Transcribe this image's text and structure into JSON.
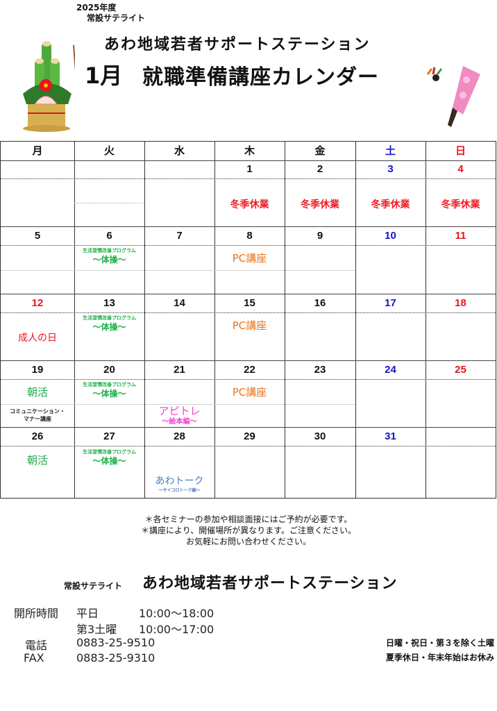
{
  "header": {
    "year": "2025年度",
    "satellite": "常設サテライト",
    "organization": "あわ地域若者サポートステーション",
    "month": "1月",
    "title": "就職準備講座カレンダー"
  },
  "colors": {
    "holiday_red": "#e8141c",
    "saturday_blue": "#1414c8",
    "event_green": "#1fa84a",
    "event_orange": "#e8741c",
    "event_pink": "#f040d0",
    "event_steel": "#4a7ec4"
  },
  "calendar": {
    "weekdays": [
      "月",
      "火",
      "水",
      "木",
      "金",
      "土",
      "日"
    ],
    "weeks": [
      [
        "",
        "",
        "",
        "1",
        "2",
        "3",
        "4"
      ],
      [
        "5",
        "6",
        "7",
        "8",
        "9",
        "10",
        "11"
      ],
      [
        "12",
        "13",
        "14",
        "15",
        "16",
        "17",
        "18"
      ],
      [
        "19",
        "20",
        "21",
        "22",
        "23",
        "24",
        "25"
      ],
      [
        "26",
        "27",
        "28",
        "29",
        "30",
        "31",
        ""
      ]
    ],
    "events": {
      "winter_break": "冬季休業",
      "pc_course": "PC講座",
      "coming_of_age_day": "成人の日",
      "lifestyle_program": "生活習慣改善プログラム",
      "exercise": "〜体操〜",
      "morning_activity": "朝活",
      "communication_1": "コミュニケーション・",
      "communication_2": "マナー講座",
      "apitore": "アピトレ",
      "picture_book": "〜絵本編〜",
      "awa_talk": "あわトーク",
      "dice_talk": "〜サイコロトーク編〜"
    }
  },
  "notes": [
    "＊各セミナーの参加や相談面接にはご予約が必要です。",
    "＊講座により、開催場所が異なります。ご注意ください。",
    "お気軽にお問い合わせください。"
  ],
  "footer": {
    "satellite": "常設サテライト",
    "organization": "あわ地域若者サポートステーション",
    "hours_label": "開所時間",
    "weekday_label": "平日",
    "weekday_hours": "10:00〜18:00",
    "saturday_label": "第3土曜",
    "saturday_hours": "10:00〜17:00",
    "phone_label": "電話",
    "phone": "0883-25-9510",
    "fax_label": "FAX",
    "fax": "0883-25-9310",
    "closed_1": "日曜・祝日・第３を除く土曜",
    "closed_2": "夏季休日・年末年始はお休み"
  }
}
